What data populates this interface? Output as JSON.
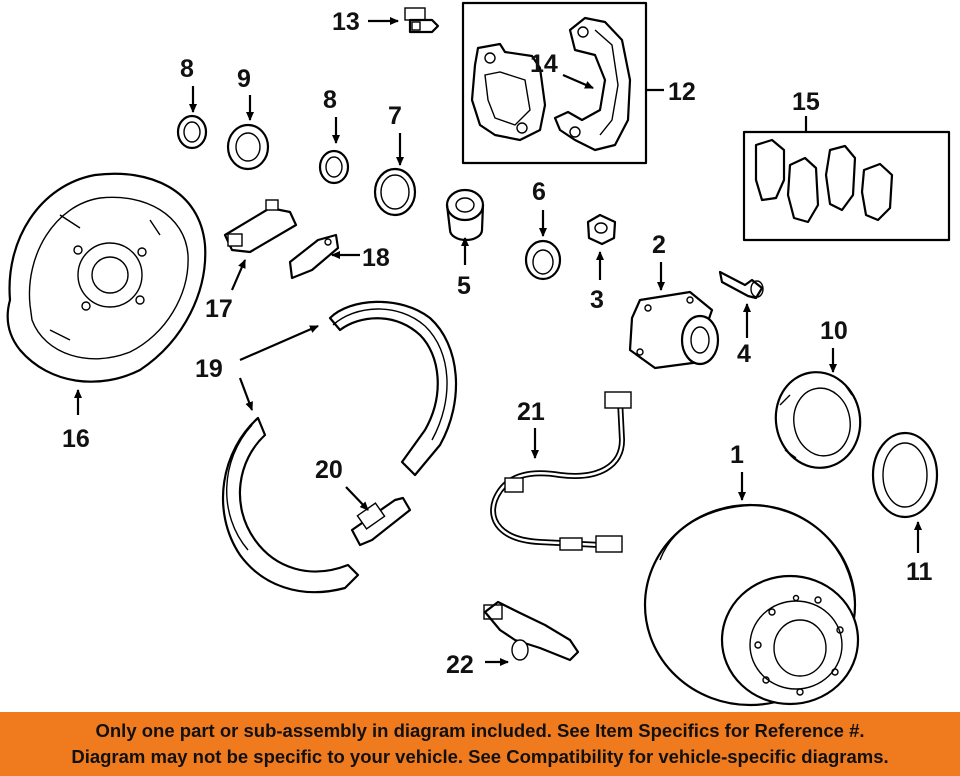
{
  "callouts": {
    "c1": "1",
    "c2": "2",
    "c3": "3",
    "c4": "4",
    "c5": "5",
    "c6": "6",
    "c7": "7",
    "c8a": "8",
    "c8b": "8",
    "c9": "9",
    "c10": "10",
    "c11": "11",
    "c12": "12",
    "c13": "13",
    "c14": "14",
    "c15": "15",
    "c16": "16",
    "c17": "17",
    "c18": "18",
    "c19": "19",
    "c20": "20",
    "c21": "21",
    "c22": "22"
  },
  "notice": {
    "line1": "Only one part or sub-assembly in diagram included. See Item Specifics for Reference #.",
    "line2": "Diagram may not be specific to your vehicle. See Compatibility for vehicle-specific diagrams."
  },
  "colors": {
    "banner": "#f07a1e",
    "ink": "#000000",
    "background": "#ffffff"
  }
}
